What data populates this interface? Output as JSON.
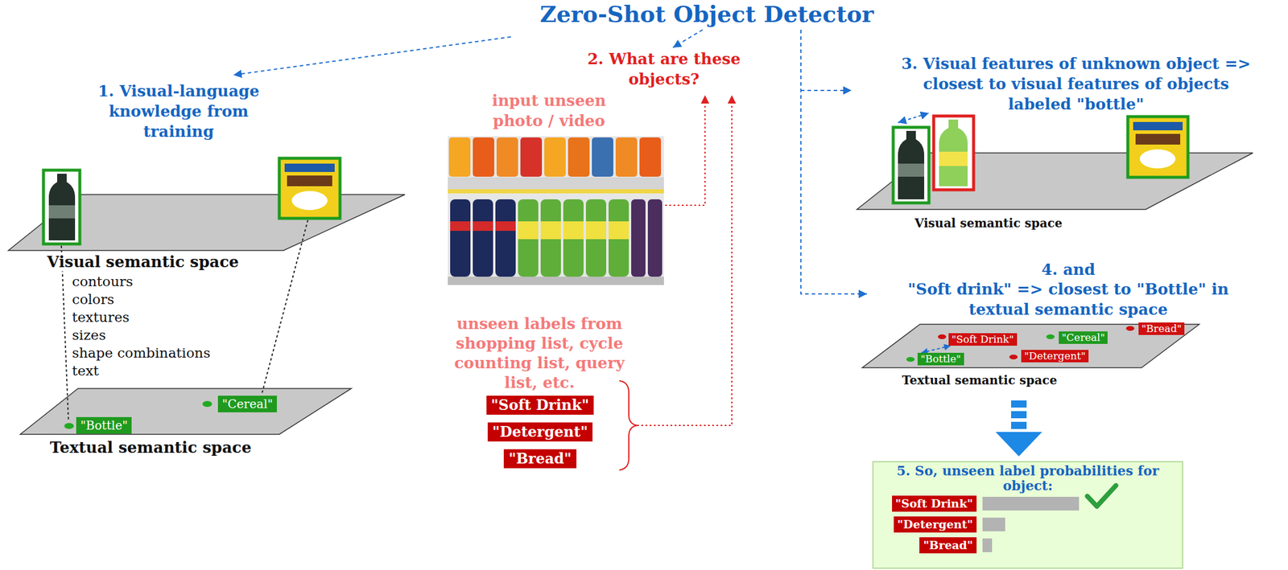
{
  "diagram": {
    "title": "Zero-Shot Object Detector",
    "nodes": [
      {
        "text": [
          "\"Cereal\""
        ]
      },
      {
        "text": [
          "\"Bottle\""
        ]
      },
      {
        "text": [
          "\"Soft Drink\""
        ]
      },
      {
        "text": [
          "\"Detergent\""
        ]
      },
      {
        "text": [
          "\"Bread\""
        ]
      },
      {
        "text": [
          "\"Soft Drink\""
        ]
      },
      {
        "text": [
          "\"Cereal\""
        ]
      },
      {
        "text": [
          "\"Bread\""
        ]
      },
      {
        "text": [
          "\"Bottle\""
        ]
      },
      {
        "text": [
          "\"Detergent\""
        ]
      },
      {
        "text": [
          "5. So, unseen label probabilities for object:"
        ]
      },
      {
        "text": [
          "\"Soft Drink\""
        ],
        "in": 10
      },
      {
        "text": [
          "\"Detergent\""
        ],
        "in": 10
      },
      {
        "text": [
          "\"Bread\""
        ],
        "in": 10
      }
    ],
    "edges": [
      {
        "from": 8,
        "to": 5,
        "arrow": "both"
      }
    ],
    "labels": [
      "1. Visual-language knowledge from training",
      "Visual semantic space",
      "contours",
      "colors",
      "textures",
      "sizes",
      "shape combinations",
      "text",
      "Textual semantic space",
      "2. What are these objects?",
      "input unseen photo / video",
      "unseen labels from shopping list, cycle counting list, query list, etc.",
      "3. Visual features of unknown object => closest to visual features of objects labeled \"bottle\"",
      "Visual semantic space",
      "4. and",
      "\"Soft drink\" => closest to \"Bottle\" in textual semantic space",
      "Textual semantic space"
    ]
  }
}
